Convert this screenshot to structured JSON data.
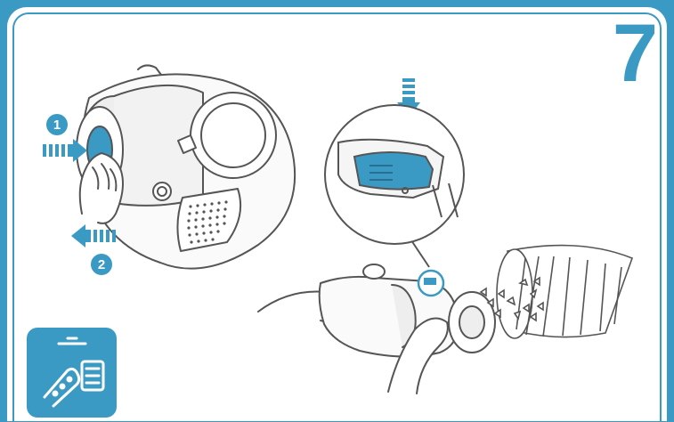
{
  "step": {
    "number": "7"
  },
  "actions": [
    {
      "badge": "1",
      "direction": "push-right"
    },
    {
      "badge": "2",
      "direction": "pull-left"
    }
  ],
  "icons": {
    "step_1_badge": "circle-1-icon",
    "step_2_badge": "circle-2-icon",
    "press_arrow": "arrow-down-icon",
    "tip_card": "remote-manual-icon"
  },
  "colors": {
    "accent": "#3a9ac4",
    "outline": "#555555",
    "background": "#ffffff"
  }
}
